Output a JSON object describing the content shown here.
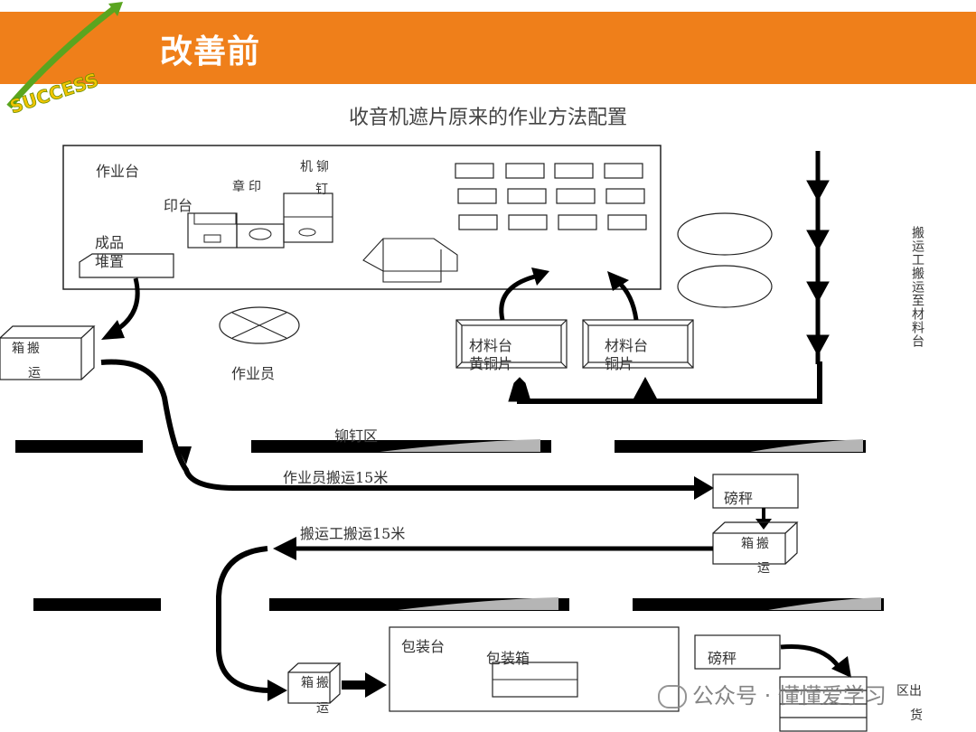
{
  "slide": {
    "header_title": "改善前",
    "logo_text": "SUCCESS",
    "diagram_title": "收音机遮片原来的作业方法配置"
  },
  "labels": {
    "workbench": "作业台",
    "ink_pad": "印台",
    "stamp": "章印",
    "riveter_1": "机铆",
    "riveter_2": "钉",
    "finished_1": "成品",
    "finished_2": "堆置",
    "box_carry_1": "箱搬",
    "box_carry_2": "运",
    "operator": "作业员",
    "material_brass_1": "材料台",
    "material_brass_2": "黄铜片",
    "material_copper_1": "材料台",
    "material_copper_2": "铜片",
    "porter_vertical": "搬运工搬运至材料台",
    "rivet_zone": "铆钉区",
    "operator_carry": "作业员搬运15米",
    "scale_1": "磅秤",
    "box_carry_b_1": "箱搬",
    "box_carry_b_2": "运",
    "porter_carry": "搬运工搬运15米",
    "packing_table": "包装台",
    "packing_box": "包装箱",
    "box_carry_c_1": "箱搬",
    "box_carry_c_2": "运",
    "scale_2": "磅秤",
    "ship_1": "区出",
    "ship_2": "货"
  },
  "watermark": "公众号 · 懂懂爱学习"
}
